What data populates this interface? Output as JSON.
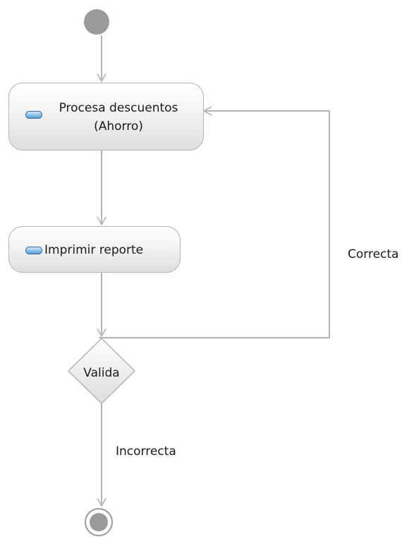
{
  "activity": {
    "process_discounts": {
      "line1": "Procesa descuentos",
      "line2": "(Ahorro)"
    },
    "print_report": {
      "label": "Imprimir reporte"
    }
  },
  "decision": {
    "label": "Valida"
  },
  "guards": {
    "correct": "Correcta",
    "incorrect": "Incorrecta"
  },
  "colors": {
    "line": "#b4b4b4",
    "node_fill_top": "#ffffff",
    "node_fill_bottom": "#dedede",
    "initial_node": "#9a9a9a",
    "action_icon": "#5b9ed8"
  }
}
